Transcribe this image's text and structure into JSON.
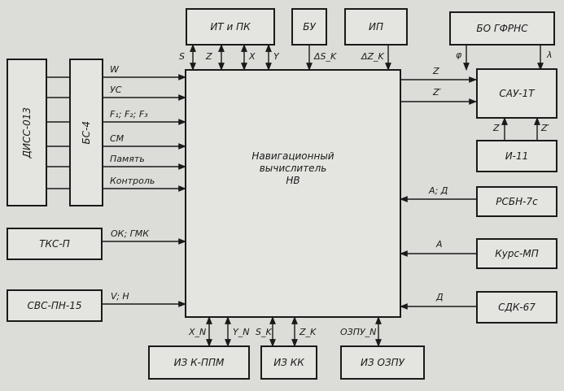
{
  "blocks": {
    "diss": "ДИСС-013",
    "bs4": "БС-4",
    "itipk": "ИТ и ПК",
    "bu": "БУ",
    "ip": "ИП",
    "bogfrns": "БО ГФРНС",
    "sau": "САУ-1Т",
    "i11": "И-11",
    "rsbn": "РСБН-7с",
    "kurs": "Курс-МП",
    "sdk": "СДК-67",
    "tks": "ТКС-П",
    "svs": "СВС-ПН-15",
    "izkppm": "ИЗ К-ППМ",
    "izkk": "ИЗ КК",
    "izozpu": "ИЗ ОЗПУ"
  },
  "center": {
    "line1": "Навигационный",
    "line2": "вычислитель",
    "line3": "НВ"
  },
  "signals": {
    "bs_lines": [
      "W",
      "УС",
      "F₁; F₂; F₃",
      "СМ",
      "Память",
      "Контроль"
    ],
    "tks": "ОК; ГМК",
    "svs": "V; H",
    "itipk": [
      "S",
      "Z",
      "X",
      "Y"
    ],
    "bu": "ΔS_K",
    "ip": "ΔZ_K",
    "gfrns": [
      "φ",
      "λ"
    ],
    "sau": [
      "Z",
      "Z′"
    ],
    "i11": [
      "Z",
      "Z′"
    ],
    "rsbn": "А; Д",
    "kurs": "А",
    "sdk": "Д",
    "bottom": [
      "X_N",
      "Y_N",
      "S_K",
      "Z_K",
      "ОЗПУ_N"
    ]
  }
}
